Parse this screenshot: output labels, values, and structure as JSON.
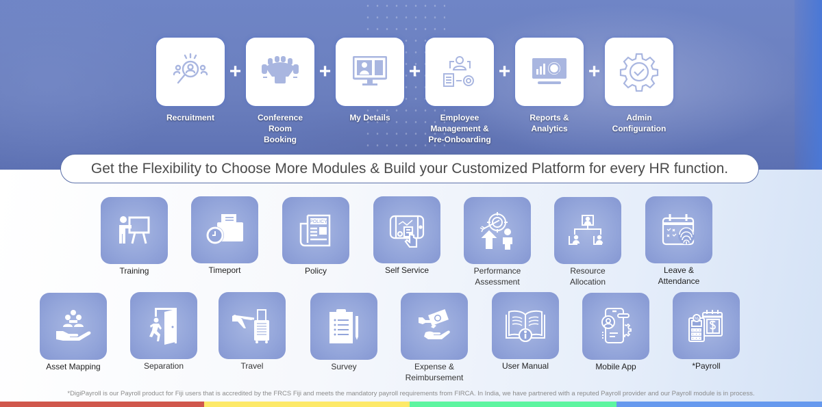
{
  "hero": {
    "core_modules": [
      {
        "label": "Recruitment",
        "icon": "recruitment-search-icon"
      },
      {
        "label": "Conference Room\nBooking",
        "icon": "conference-table-icon"
      },
      {
        "label": "My Details",
        "icon": "profile-monitor-icon"
      },
      {
        "label": "Employee\nManagement &\nPre-Onboarding",
        "icon": "employee-onboarding-icon"
      },
      {
        "label": "Reports &\nAnalytics",
        "icon": "analytics-monitor-icon"
      },
      {
        "label": "Admin\nConfiguration",
        "icon": "gear-check-icon"
      }
    ],
    "joiner": "+"
  },
  "banner": {
    "text": "Get the Flexibility to Choose More Modules & Build your Customized Platform for every HR function."
  },
  "optional_modules": {
    "row1": [
      {
        "label": "Training",
        "icon": "training-board-icon"
      },
      {
        "label": "Timeport",
        "icon": "clock-folder-icon"
      },
      {
        "label": "Policy",
        "icon": "policy-document-icon"
      },
      {
        "label": "Self Service",
        "icon": "tablet-touch-icon"
      },
      {
        "label": "Performance\nAssessment",
        "icon": "target-growth-icon"
      },
      {
        "label": "Resource\nAllocation",
        "icon": "org-chart-icon"
      },
      {
        "label": "Leave &\nAttendance",
        "icon": "calendar-fingerprint-icon"
      }
    ],
    "row2": [
      {
        "label": "Asset Mapping",
        "icon": "hand-people-icon"
      },
      {
        "label": "Separation",
        "icon": "exit-door-icon"
      },
      {
        "label": "Travel",
        "icon": "plane-luggage-icon"
      },
      {
        "label": "Survey",
        "icon": "clipboard-list-icon"
      },
      {
        "label": "Expense &\nReimbursement",
        "icon": "hand-money-icon"
      },
      {
        "label": "User Manual",
        "icon": "book-info-icon"
      },
      {
        "label": "Mobile App",
        "icon": "mobile-profile-icon"
      },
      {
        "label": "*Payroll",
        "icon": "calculator-calendar-icon"
      }
    ]
  },
  "footnote": "*DigiPayroll is our Payroll product for Fiji users that is accredited by the FRCS Fiji and meets the mandatory payroll requirements from FIRCA. In India, we have partnered with a reputed Payroll provider and our Payroll module is in process.",
  "colors": {
    "hero_bg": "#6b7fbe",
    "tile_icon": "#a9b6e0",
    "module_tile": "#93a5da",
    "stripe_red": "#d0574c",
    "stripe_yellow": "#fde968",
    "stripe_green": "#5df5a0",
    "stripe_blue": "#6699ee"
  }
}
